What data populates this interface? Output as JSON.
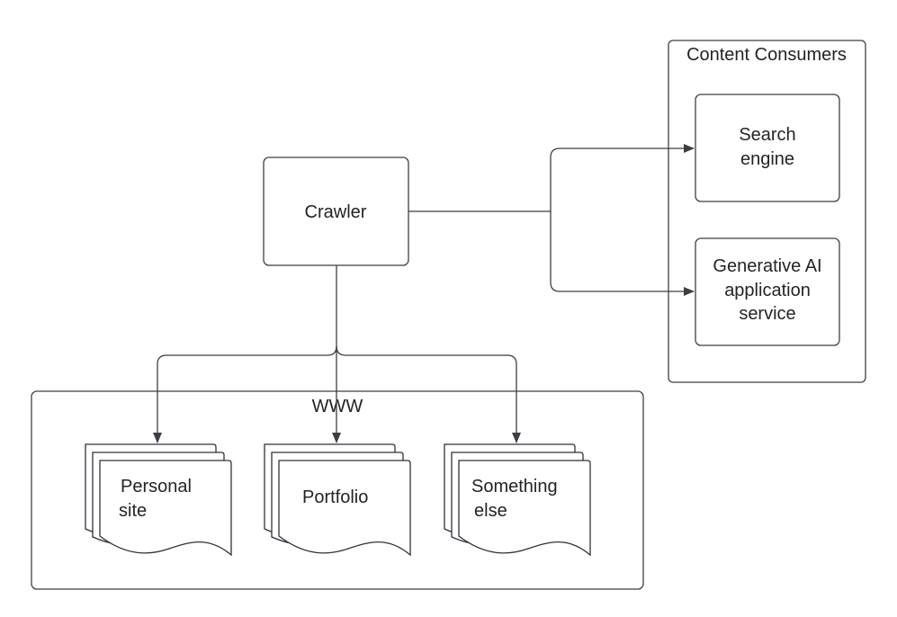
{
  "diagram": {
    "crawler": {
      "label": "Crawler"
    },
    "consumers": {
      "title": "Content Consumers",
      "search": {
        "line1": "Search",
        "line2": "engine"
      },
      "genai": {
        "line1": "Generative AI",
        "line2": "application",
        "line3": "service"
      }
    },
    "www": {
      "title": "WWW",
      "docs": [
        {
          "line1": "Personal",
          "line2": "site"
        },
        {
          "line1": "Portfolio"
        },
        {
          "line1": "Something",
          "line2": "else"
        }
      ]
    }
  }
}
